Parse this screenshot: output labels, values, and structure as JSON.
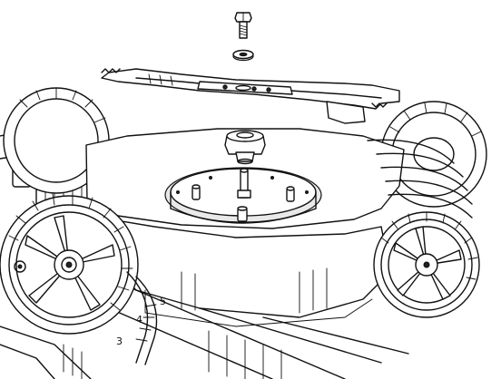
{
  "diagram": {
    "type": "exploded-assembly-drawing",
    "colors": {
      "line": "#111111",
      "fill": "#ffffff",
      "shade": "#e9e9e9"
    },
    "parts": [
      {
        "id": "bolt",
        "icon": "hex-bolt-icon"
      },
      {
        "id": "washer",
        "icon": "washer-icon"
      },
      {
        "id": "blade",
        "icon": "blade-icon"
      },
      {
        "id": "blade-adapter",
        "icon": "adapter-icon"
      },
      {
        "id": "motor-shaft",
        "icon": "shaft-icon"
      },
      {
        "id": "deck",
        "icon": "deck-icon"
      },
      {
        "id": "wheels",
        "icon": "wheel-icon"
      }
    ],
    "height_scale_marks": [
      "5",
      "4",
      "3"
    ]
  }
}
